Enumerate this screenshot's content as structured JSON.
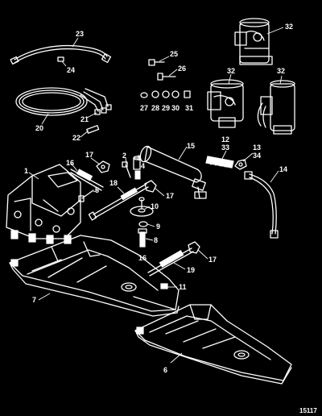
{
  "figure_number": "15117",
  "callouts": [
    {
      "id": "c23",
      "text": "23"
    },
    {
      "id": "c24",
      "text": "24"
    },
    {
      "id": "c25",
      "text": "25"
    },
    {
      "id": "c26",
      "text": "26"
    },
    {
      "id": "c27",
      "text": "27"
    },
    {
      "id": "c28",
      "text": "28"
    },
    {
      "id": "c29",
      "text": "29"
    },
    {
      "id": "c30",
      "text": "30"
    },
    {
      "id": "c31",
      "text": "31"
    },
    {
      "id": "c32a",
      "text": "32"
    },
    {
      "id": "c32b",
      "text": "32"
    },
    {
      "id": "c32c",
      "text": "32"
    },
    {
      "id": "c20",
      "text": "20"
    },
    {
      "id": "c21",
      "text": "21"
    },
    {
      "id": "c22",
      "text": "22"
    },
    {
      "id": "c15",
      "text": "15"
    },
    {
      "id": "c12",
      "text": "12"
    },
    {
      "id": "c33",
      "text": "33"
    },
    {
      "id": "c13",
      "text": "13"
    },
    {
      "id": "c34",
      "text": "34"
    },
    {
      "id": "c14",
      "text": "14"
    },
    {
      "id": "c17a",
      "text": "17"
    },
    {
      "id": "c2",
      "text": "2"
    },
    {
      "id": "c3",
      "text": "3"
    },
    {
      "id": "c4",
      "text": "4"
    },
    {
      "id": "c16a",
      "text": "16"
    },
    {
      "id": "c1",
      "text": "1"
    },
    {
      "id": "c5",
      "text": "5"
    },
    {
      "id": "c18",
      "text": "18"
    },
    {
      "id": "c17b",
      "text": "17"
    },
    {
      "id": "c10",
      "text": "10"
    },
    {
      "id": "c9",
      "text": "9"
    },
    {
      "id": "c8",
      "text": "8"
    },
    {
      "id": "c16b",
      "text": "16"
    },
    {
      "id": "c19",
      "text": "19"
    },
    {
      "id": "c17c",
      "text": "17"
    },
    {
      "id": "c11",
      "text": "11"
    },
    {
      "id": "c7",
      "text": "7"
    },
    {
      "id": "c6",
      "text": "6"
    }
  ]
}
